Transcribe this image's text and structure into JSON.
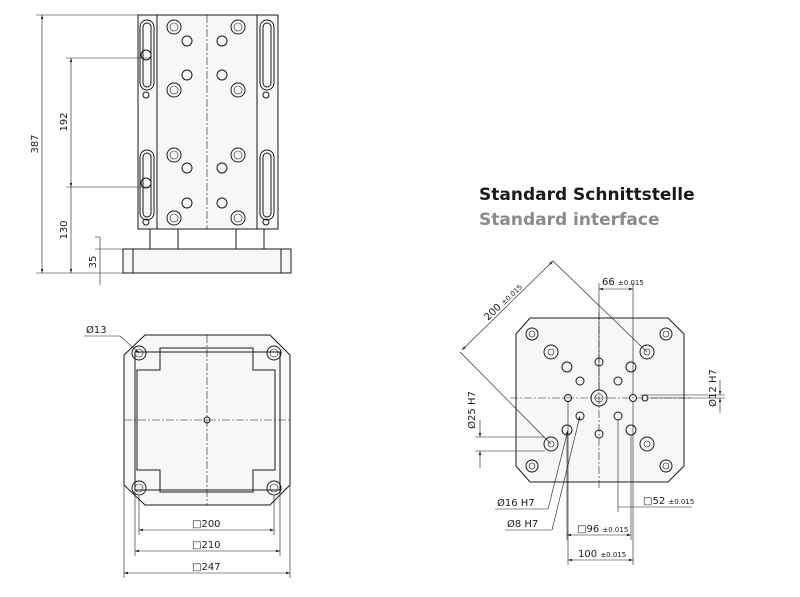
{
  "titles": {
    "de": "Standard Schnittstelle",
    "en": "Standard interface"
  },
  "side_view": {
    "dim_total_height": "387",
    "dim_hole_pitch": "192",
    "dim_upper_offset": "130",
    "dim_base_height": "35"
  },
  "bottom_view": {
    "dim_hole_dia": "13",
    "dim_square_200": "200",
    "dim_square_210": "210",
    "dim_square_247": "247"
  },
  "interface_view": {
    "dim_diagonal": "200",
    "dim_diagonal_tol": "±0.015",
    "dim_pitch_66": "66",
    "dim_pitch_66_tol": "±0.015",
    "dim_bore_12": "12 H7",
    "dim_bore_25": "25 H7",
    "dim_bore_16": "16 H7",
    "dim_bore_8": "8 H7",
    "dim_square_52": "52",
    "dim_square_52_tol": "±0.015",
    "dim_square_96": "96",
    "dim_square_96_tol": "±0.015",
    "dim_span_100": "100",
    "dim_span_100_tol": "±0.015"
  },
  "symbols": {
    "diameter": "Ø",
    "square": "□"
  }
}
